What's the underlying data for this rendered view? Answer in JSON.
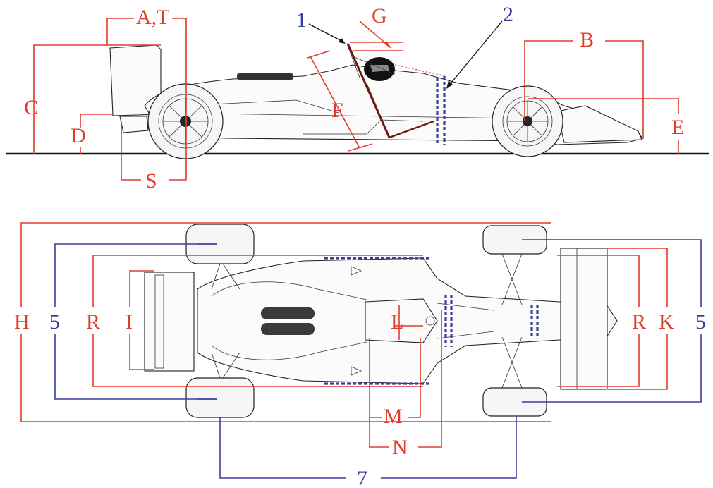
{
  "colors": {
    "dimension_red": "#e13b2a",
    "dimension_blue": "#3b3f9c",
    "outline": "#222222",
    "background": "#ffffff"
  },
  "side_view": {
    "labels": {
      "a_t": "A,T",
      "g": "G",
      "one": "1",
      "two": "2",
      "b": "B",
      "c": "C",
      "d": "D",
      "e": "E",
      "f": "F",
      "s": "S"
    }
  },
  "top_view": {
    "labels": {
      "h": "H",
      "five_left": "5",
      "r_left": "R",
      "i": "I",
      "l": "L",
      "r_right": "R",
      "k": "K",
      "five_right": "5",
      "m": "M",
      "n": "N",
      "seven": "7"
    }
  }
}
